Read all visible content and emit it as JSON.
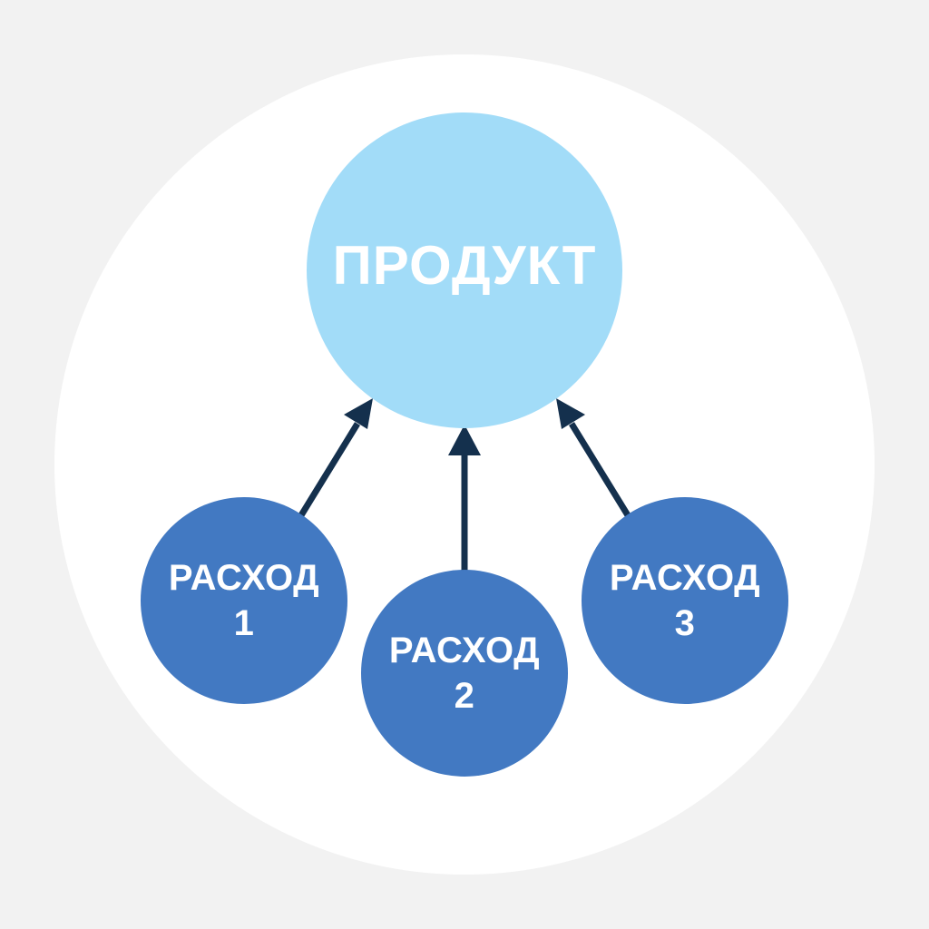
{
  "colors": {
    "page_background": "#f2f2f2",
    "outer_circle": "#ffffff",
    "product_fill": "#a2dcf8",
    "expense_fill": "#4279c2",
    "arrow": "#14304d",
    "text": "#ffffff"
  },
  "product": {
    "label": "ПРОДУКТ"
  },
  "expenses": [
    {
      "title": "РАСХОД",
      "number": "1"
    },
    {
      "title": "РАСХОД",
      "number": "2"
    },
    {
      "title": "РАСХОД",
      "number": "3"
    }
  ]
}
